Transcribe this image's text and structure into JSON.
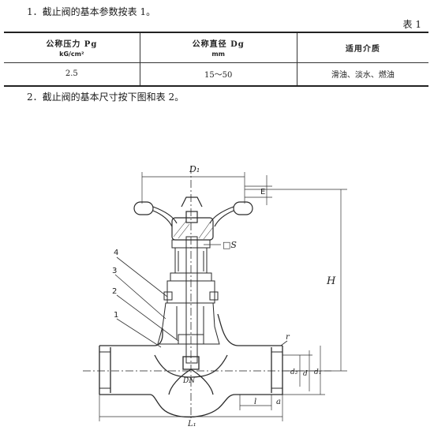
{
  "intro_line": "1．截止阀的基本参数按表 1。",
  "table_label": "表 1",
  "table": {
    "headers": [
      {
        "line1": "公称压力 Pg",
        "line2": "kG/cm²"
      },
      {
        "line1": "公称直径 Dg",
        "line2": "mm"
      },
      {
        "line1": "适用介质",
        "line2": ""
      }
    ],
    "row": [
      "2.5",
      "15～50",
      "滑油、淡水、燃油"
    ]
  },
  "dims_line": "2．截止阀的基本尺寸按下图和表 2。",
  "drawing": {
    "labels": {
      "d1": "D₁",
      "e": "E",
      "s": "□S",
      "h": "H",
      "p1": "1",
      "p2": "2",
      "p3": "3",
      "p4": "4",
      "dn": "DN",
      "r": "r",
      "dn2": "d₂",
      "dd": "d",
      "d1b": "d₁",
      "a": "a",
      "l": "l",
      "l1": "L₁"
    }
  }
}
